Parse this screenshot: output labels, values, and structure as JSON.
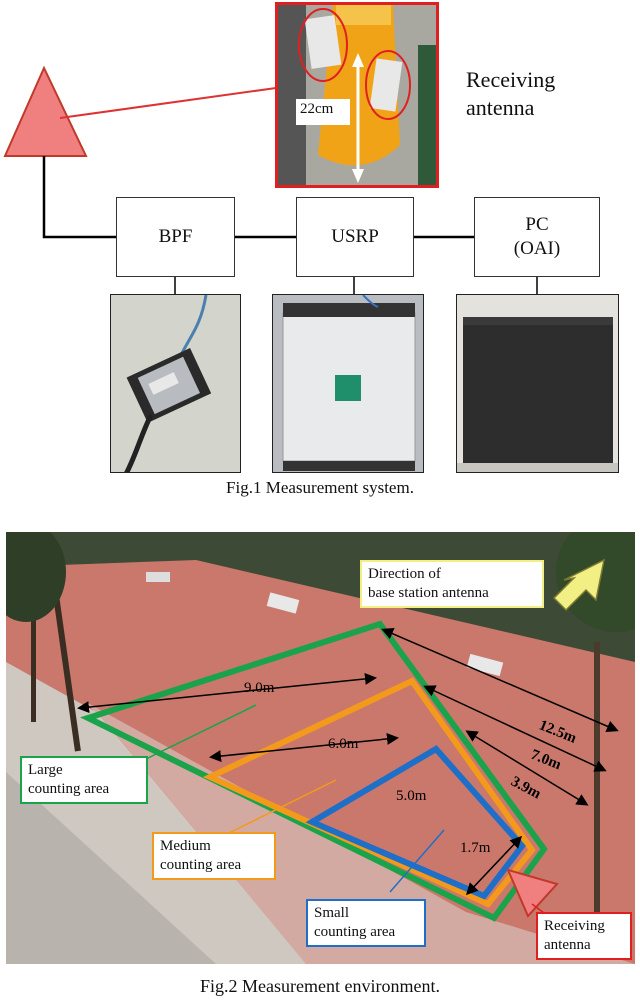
{
  "fig1": {
    "receiving_antenna_label": "Receiving\nantenna",
    "antenna_size_label": "22cm",
    "blocks": {
      "bpf": "BPF",
      "usrp": "USRP",
      "pc": "PC\n(OAI)"
    },
    "caption": "Fig.1  Measurement system."
  },
  "fig2": {
    "direction_label": "Direction of\nbase station antenna",
    "large_area_label": "Large\ncounting area",
    "medium_area_label": "Medium\ncounting area",
    "small_area_label": "Small\ncounting area",
    "receiving_antenna_label": "Receiving\nantenna",
    "dimensions": {
      "d_9_0": "9.0m",
      "d_6_0": "6.0m",
      "d_5_0": "5.0m",
      "d_12_5": "12.5m",
      "d_7_0": "7.0m",
      "d_3_9": "3.9m",
      "d_1_7": "1.7m"
    },
    "caption": "Fig.2  Measurement environment."
  },
  "colors": {
    "antenna_red": "#f08080",
    "frame_red": "#e02020",
    "large_green": "#1aa34a",
    "medium_orange": "#f39a1c",
    "small_blue": "#1e6fc7",
    "pavement": "#c9786b",
    "arrow_yellow": "#f2ef85"
  }
}
